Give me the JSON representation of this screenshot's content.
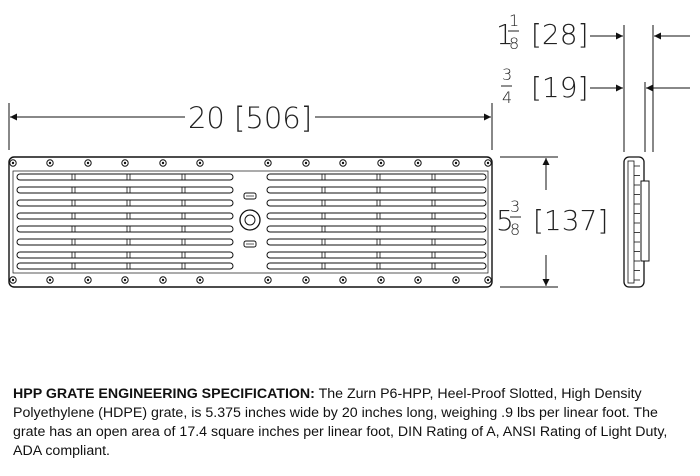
{
  "dimensions": {
    "length": "20 [506]",
    "width_whole": "5",
    "width_num": "3",
    "width_den": "8",
    "width_mm": "[137]",
    "depth_whole": "1",
    "depth_num": "1",
    "depth_den": "8",
    "depth_mm": "[28]",
    "profile_num": "3",
    "profile_den": "4",
    "profile_mm": "[19]"
  },
  "spec": {
    "title": "HPP GRATE ENGINEERING SPECIFICATION:",
    "body": " The Zurn P6-HPP, Heel-Proof Slotted, High Density Polyethylene (HDPE) grate, is 5.375 inches wide by 20 inches long, weighing .9 lbs per linear foot. The grate has an open area of 17.4 square inches per linear foot, DIN Rating of A, ANSI Rating of Light Duty, ADA compliant."
  }
}
